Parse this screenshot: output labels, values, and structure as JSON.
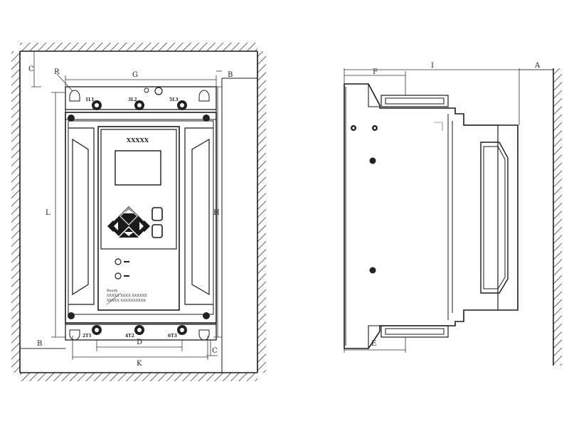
{
  "front_view": {
    "dimension_labels": {
      "top_clearance": "C",
      "radius": "R",
      "width": "G",
      "right_clearance": "B",
      "left_height": "L",
      "right_height": "H",
      "left_clearance": "B",
      "mount_spacing": "D",
      "bottom_clearance": "C",
      "overall_width": "K"
    },
    "terminal_labels_top": [
      "1L1",
      "3L2",
      "5L3"
    ],
    "terminal_labels_bottom": [
      "2T1",
      "4T2",
      "6T3"
    ],
    "brand_label": "XXXXX",
    "panel_text": [
      "Ready",
      "XXXXX XXXX XXXXXX",
      "XXXXX XXXXXXXXXX"
    ]
  },
  "side_view": {
    "dimension_labels": {
      "depth": "I",
      "wall_clearance": "A",
      "top_offset": "F",
      "bottom_offset": "E"
    }
  },
  "colors": {
    "line": "#1a1a1a",
    "background": "#ffffff"
  }
}
